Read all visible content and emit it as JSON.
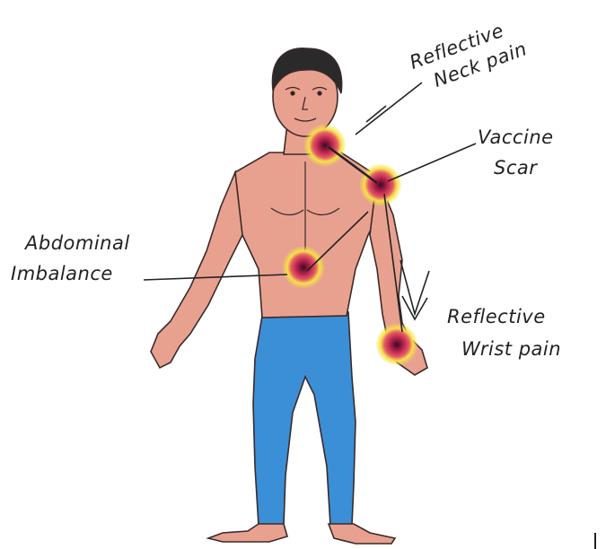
{
  "labels": {
    "neck_pain": [
      "Reflective",
      "Neck pain"
    ],
    "vaccine_scar": [
      "Vaccine",
      "Scar"
    ],
    "abdominal": [
      "Abdominal",
      "Imbalance"
    ],
    "wrist_pain": [
      "Reflective",
      "Wrist pain"
    ]
  },
  "colors": {
    "skin": "#e9a18f",
    "skin_shade": "#d9857a",
    "pants": "#3a8fd6",
    "hair": "#2a2a2a",
    "hotspot_outer": "#f2e84a",
    "hotspot_mid": "#e0455e",
    "hotspot_core": "#4a1030",
    "ink": "#222222"
  }
}
